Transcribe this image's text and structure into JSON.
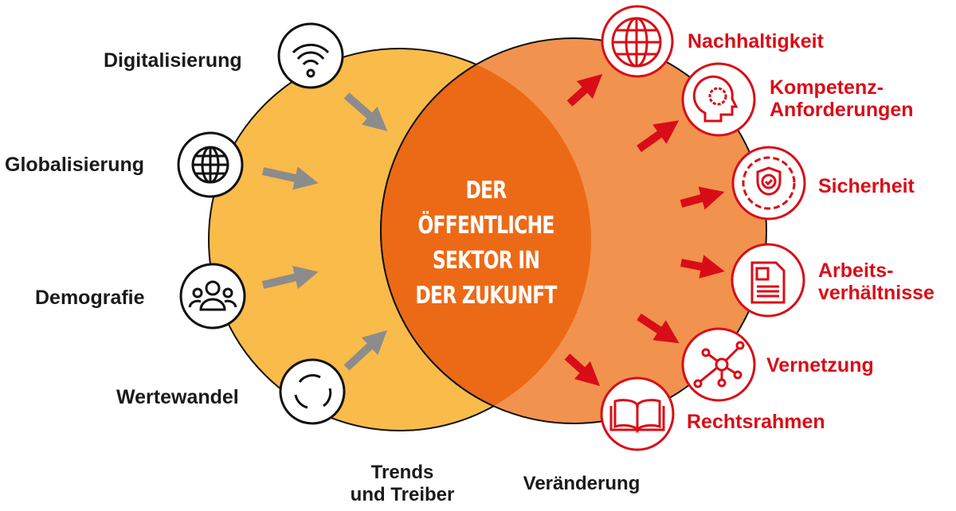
{
  "center_text": [
    "DER ÖFFENTLICHE",
    "SEKTOR IN",
    "DER ZUKUNFT"
  ],
  "left_section": {
    "title": [
      "Trends",
      "und Treiber"
    ],
    "items": [
      {
        "label": "Digitalisierung",
        "icon": "wifi-icon"
      },
      {
        "label": "Globalisierung",
        "icon": "globe-icon"
      },
      {
        "label": "Demografie",
        "icon": "people-icon"
      },
      {
        "label": "Wertewandel",
        "icon": "cycle-arrows-icon"
      }
    ]
  },
  "right_section": {
    "title": "Veränderung",
    "items": [
      {
        "label": [
          "Nachhaltigkeit"
        ],
        "icon": "globe-leaf-icon"
      },
      {
        "label": [
          "Kompetenz-",
          "Anforderungen"
        ],
        "icon": "head-gear-icon"
      },
      {
        "label": [
          "Sicherheit"
        ],
        "icon": "shield-gear-icon"
      },
      {
        "label": [
          "Arbeits-",
          "verhältnisse"
        ],
        "icon": "document-icon"
      },
      {
        "label": [
          "Vernetzung"
        ],
        "icon": "network-icon"
      },
      {
        "label": [
          "Rechtsrahmen"
        ],
        "icon": "book-icon"
      }
    ]
  },
  "colors": {
    "left_circle": "#f9bb4a",
    "right_circle": "#f2924f",
    "intersection": "#ec6a16",
    "red": "#d90d17",
    "gray_arrow": "#8c8c8c"
  }
}
